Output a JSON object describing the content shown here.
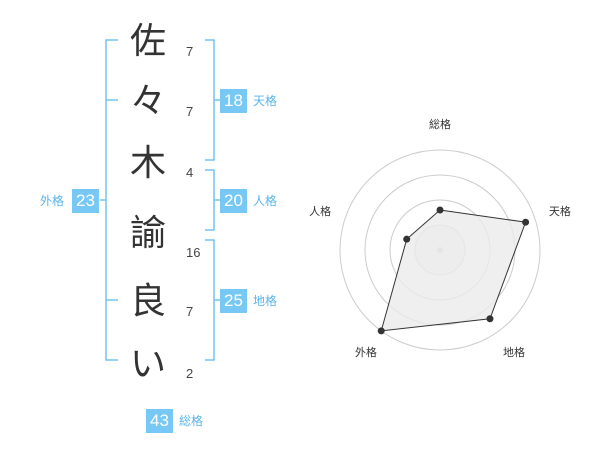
{
  "name": {
    "characters": [
      "佐",
      "々",
      "木",
      "諭",
      "良",
      "い"
    ],
    "strokes": [
      "7",
      "7",
      "4",
      "16",
      "7",
      "2"
    ]
  },
  "scores": {
    "tenkaku": {
      "value": "18",
      "label": "天格"
    },
    "jinkaku": {
      "value": "20",
      "label": "人格"
    },
    "chikaku": {
      "value": "25",
      "label": "地格"
    },
    "gaikaku": {
      "value": "23",
      "label": "外格"
    },
    "soukaku": {
      "value": "43",
      "label": "総格"
    }
  },
  "chart_data": {
    "type": "radar",
    "axes": [
      "総格",
      "天格",
      "地格",
      "外格",
      "人格"
    ],
    "values": [
      0.4,
      0.9,
      0.85,
      1.0,
      0.35
    ],
    "max": 1.0,
    "rings": 4,
    "colors": {
      "fill": "#ebebeb",
      "stroke": "#333333",
      "grid": "#cccccc"
    }
  },
  "colors": {
    "accent": "#77c8f5",
    "bracket": "#74c4f0"
  }
}
